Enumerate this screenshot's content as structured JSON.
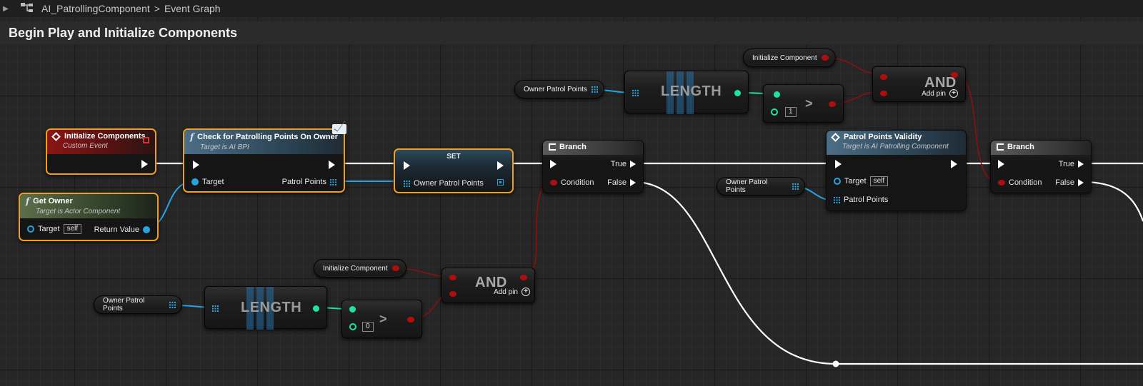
{
  "breadcrumb": {
    "component": "AI_PatrollingComponent",
    "separator": ">",
    "graph": "Event Graph"
  },
  "comment_box": {
    "title": "Begin Play and Initialize Components"
  },
  "nodes": {
    "init_event": {
      "title": "Initialize Components",
      "subtitle": "Custom Event"
    },
    "get_owner": {
      "title": "Get Owner",
      "subtitle": "Target is Actor Component",
      "target_label": "Target",
      "target_value": "self",
      "return_label": "Return Value"
    },
    "check_points": {
      "title": "Check for Patrolling Points On Owner",
      "subtitle": "Target is AI BPI",
      "target_label": "Target",
      "out_label": "Patrol Points"
    },
    "set_node": {
      "title": "SET",
      "pin_label": "Owner Patrol Points"
    },
    "branch1": {
      "title": "Branch",
      "true_label": "True",
      "false_label": "False",
      "condition_label": "Condition"
    },
    "branch2": {
      "title": "Branch",
      "true_label": "True",
      "false_label": "False",
      "condition_label": "Condition"
    },
    "validity": {
      "title": "Patrol Points Validity",
      "subtitle": "Target is AI Patrolling Component",
      "target_label": "Target",
      "target_value": "self",
      "points_label": "Patrol Points"
    },
    "var_top": {
      "label": "Owner Patrol Points"
    },
    "var_mid": {
      "label": "Owner Patrol Points"
    },
    "var_bot": {
      "label": "Owner Patrol Points"
    },
    "init_comp_top": {
      "label": "Initialize Component"
    },
    "init_comp_bot": {
      "label": "Initialize Component"
    },
    "length_top": {
      "label": "LENGTH"
    },
    "length_bot": {
      "label": "LENGTH"
    },
    "gt_top": {
      "symbol": ">",
      "value": "1"
    },
    "gt_bot": {
      "symbol": ">",
      "value": "0"
    },
    "and_top": {
      "label": "AND",
      "add_pin": "Add pin"
    },
    "and_bot": {
      "label": "AND",
      "add_pin": "Add pin"
    }
  },
  "colors": {
    "exec_wire": "#ffffff",
    "object_pin": "#26a4e0",
    "integer_pin": "#1ee3a6",
    "bool_pin": "#b00e0e",
    "selection": "#f0a01e"
  }
}
